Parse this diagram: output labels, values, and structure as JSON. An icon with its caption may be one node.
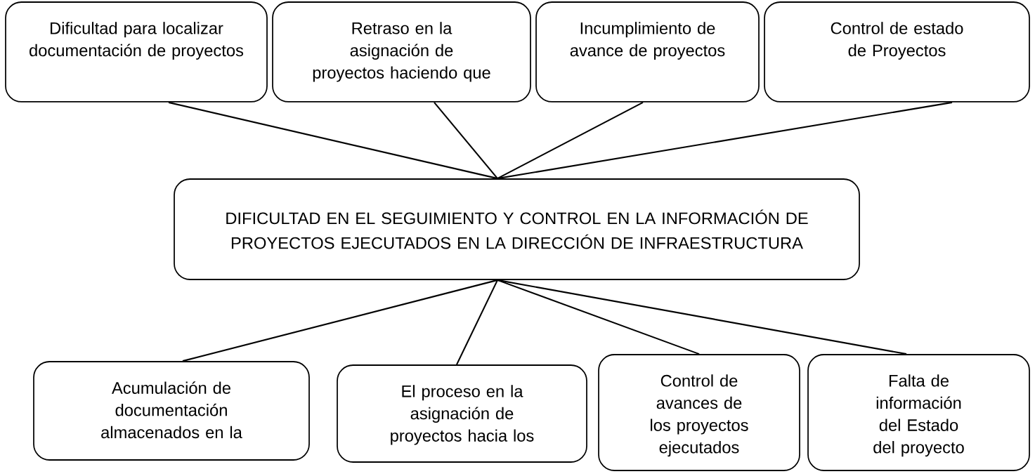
{
  "diagram": {
    "nodes": [
      {
        "text": [
          "Dificultad para localizar documentación de proyectos"
        ]
      },
      {
        "text": [
          "Retraso en la asignación de proyectos haciendo que"
        ]
      },
      {
        "text": [
          "Incumplimiento de avance de proyectos"
        ]
      },
      {
        "text": [
          "Control de estado de Proyectos"
        ]
      },
      {
        "text": [
          "DIFICULTAD EN EL SEGUIMIENTO Y CONTROL EN LA INFORMACIÓN DE PROYECTOS EJECUTADOS EN LA DIRECCIÓN DE INFRAESTRUCTURA"
        ]
      },
      {
        "text": [
          "Acumulación de documentación almacenados en la"
        ]
      },
      {
        "text": [
          "El proceso en la asignación de proyectos hacia los"
        ]
      },
      {
        "text": [
          "Control de avances de los proyectos ejecutados"
        ]
      },
      {
        "text": [
          "Falta de información del Estado del proyecto"
        ]
      }
    ],
    "edges": [
      {
        "from": 0,
        "to": 4,
        "arrow": "none"
      },
      {
        "from": 1,
        "to": 4,
        "arrow": "none"
      },
      {
        "from": 2,
        "to": 4,
        "arrow": "none"
      },
      {
        "from": 3,
        "to": 4,
        "arrow": "none"
      },
      {
        "from": 4,
        "to": 5,
        "arrow": "none"
      },
      {
        "from": 4,
        "to": 6,
        "arrow": "none"
      },
      {
        "from": 4,
        "to": 7,
        "arrow": "none"
      },
      {
        "from": 4,
        "to": 8,
        "arrow": "none"
      }
    ]
  }
}
